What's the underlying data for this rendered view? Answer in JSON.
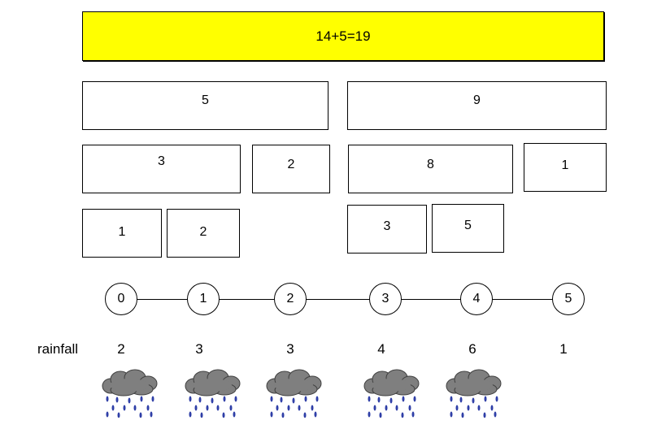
{
  "equation": "14+5=19",
  "left": {
    "total": "5",
    "parts": [
      "3",
      "2"
    ],
    "subparts": [
      "1",
      "2"
    ]
  },
  "right": {
    "total": "9",
    "parts": [
      "8",
      "1"
    ],
    "subparts": [
      "3",
      "5"
    ]
  },
  "number_line": [
    "0",
    "1",
    "2",
    "3",
    "4",
    "5"
  ],
  "rainfall": {
    "label": "rainfall",
    "values": [
      "2",
      "3",
      "3",
      "4",
      "6",
      "1"
    ]
  },
  "colors": {
    "title_bg": "#ffff00",
    "cloud": "#7f7f7f",
    "rain": "#2f3fa7"
  },
  "icons": [
    "rain-cloud-icon",
    "rain-cloud-icon",
    "rain-cloud-icon",
    "rain-cloud-icon",
    "rain-cloud-icon"
  ]
}
